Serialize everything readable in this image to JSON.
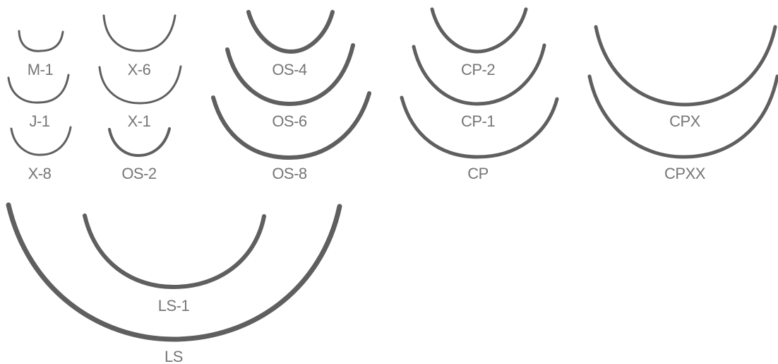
{
  "colors": {
    "needle": "#5f5f5f",
    "label": "#767676",
    "background": "#ffffff"
  },
  "needles": {
    "m1": "M-1",
    "x6": "X-6",
    "os4": "OS-4",
    "cp2": "CP-2",
    "j1": "J-1",
    "x1": "X-1",
    "os6": "OS-6",
    "cp1": "CP-1",
    "cpx": "CPX",
    "x8": "X-8",
    "os2": "OS-2",
    "os8": "OS-8",
    "cp": "CP",
    "cpxx": "CPXX",
    "ls1": "LS-1",
    "ls": "LS"
  }
}
